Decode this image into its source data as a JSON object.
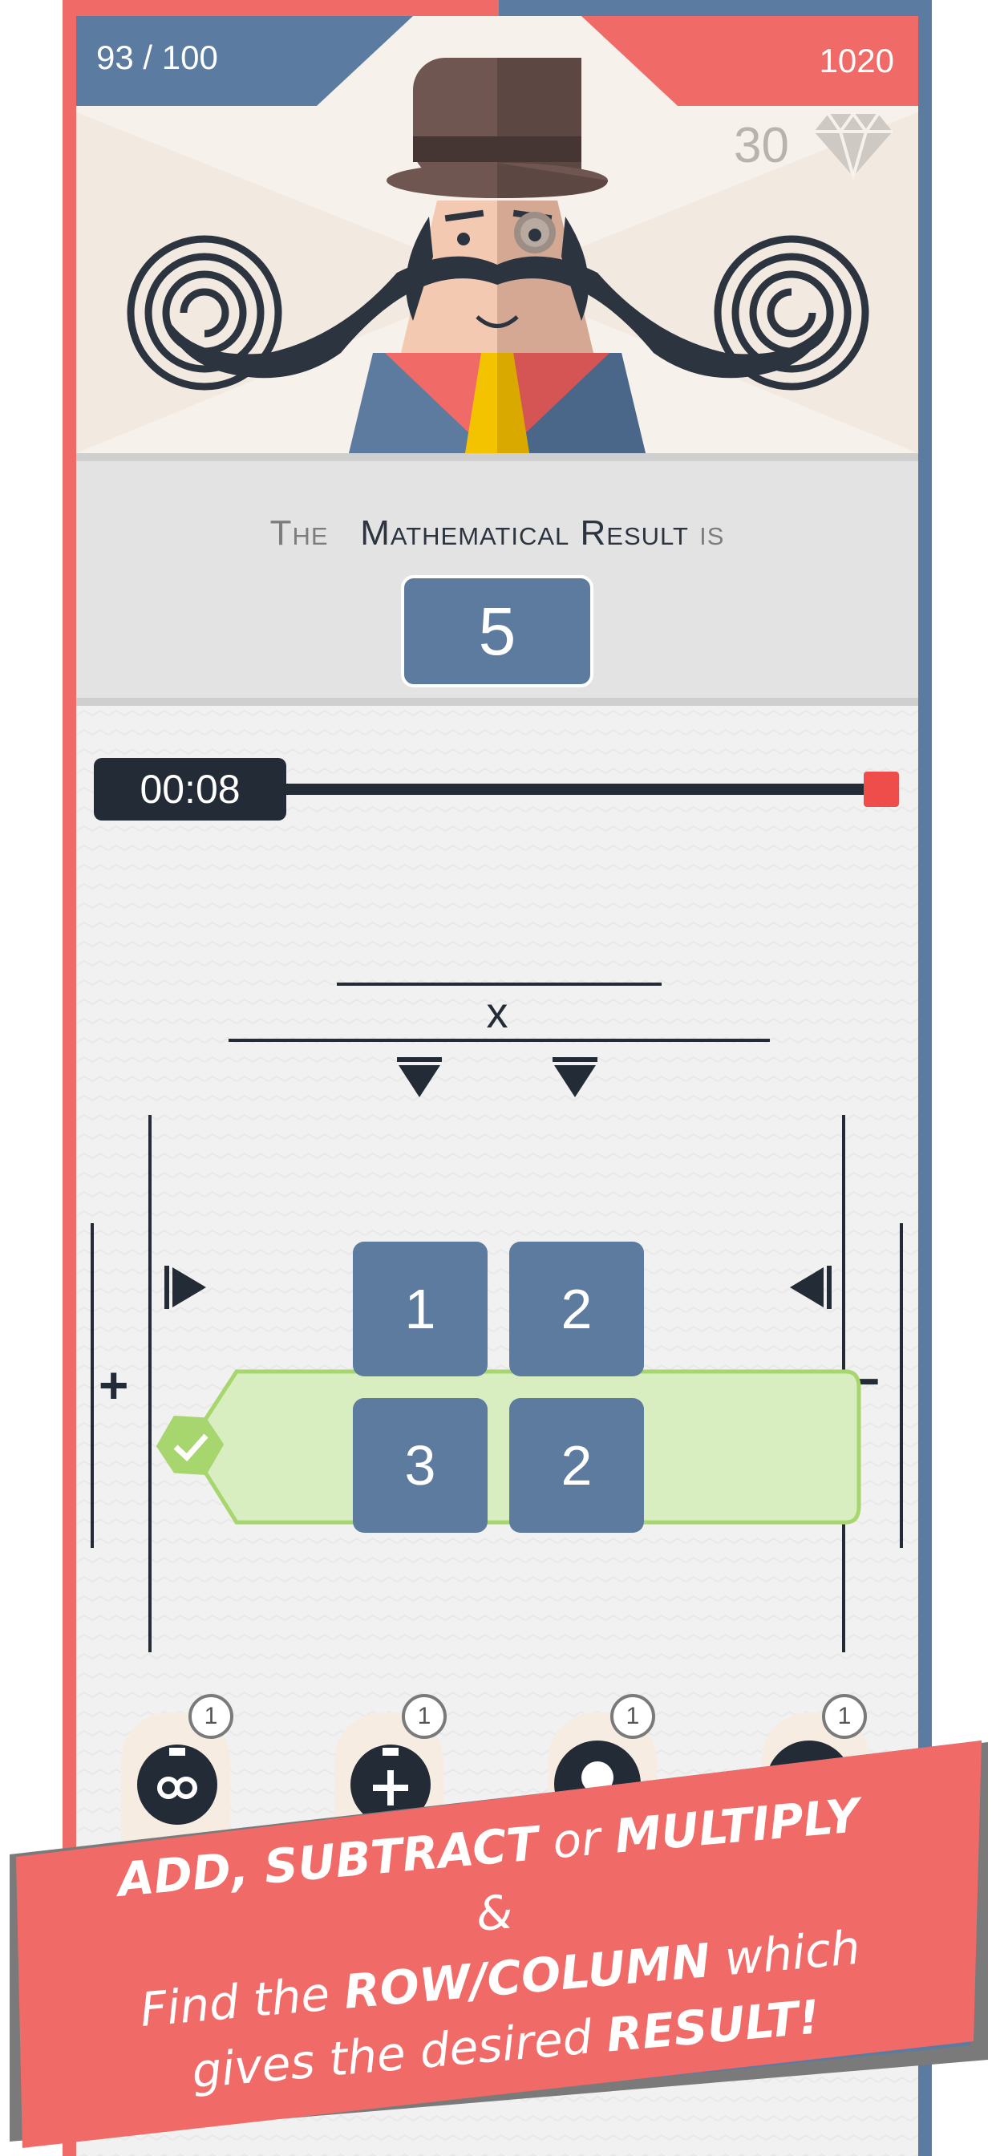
{
  "header": {
    "progress": "93 / 100",
    "score": "1020",
    "gems": "30",
    "gem_icon": "diamond-icon"
  },
  "question": {
    "prompt_the": "The",
    "prompt_main": "Mathematical Result",
    "prompt_is": "is",
    "result": "5"
  },
  "timer": {
    "time": "00:08"
  },
  "grid": {
    "column_operator": "x",
    "row_operator_left": "+",
    "row_operator_right": "−",
    "rows": [
      [
        "1",
        "2"
      ],
      [
        "3",
        "2"
      ]
    ],
    "selected_row": 2
  },
  "powerups": [
    {
      "icon": "infinite-time-icon",
      "count": "1"
    },
    {
      "icon": "add-time-icon",
      "count": "1"
    },
    {
      "icon": "hint-lightbulb-icon",
      "count": "1"
    },
    {
      "icon": "menu-icon",
      "count": "1"
    }
  ],
  "banner": {
    "line1_a": "ADD, SUBTRACT",
    "line1_b": " or ",
    "line1_c": "MULTIPLY",
    "line2": "&",
    "line3_a": "Find the ",
    "line3_b": "ROW/COLUMN",
    "line3_c": " which",
    "line4_a": "gives the desired ",
    "line4_b": "RESULT!"
  },
  "colors": {
    "red": "#f06b67",
    "blue": "#5b7ba0",
    "dark": "#232b36",
    "green": "#a7d66f"
  }
}
